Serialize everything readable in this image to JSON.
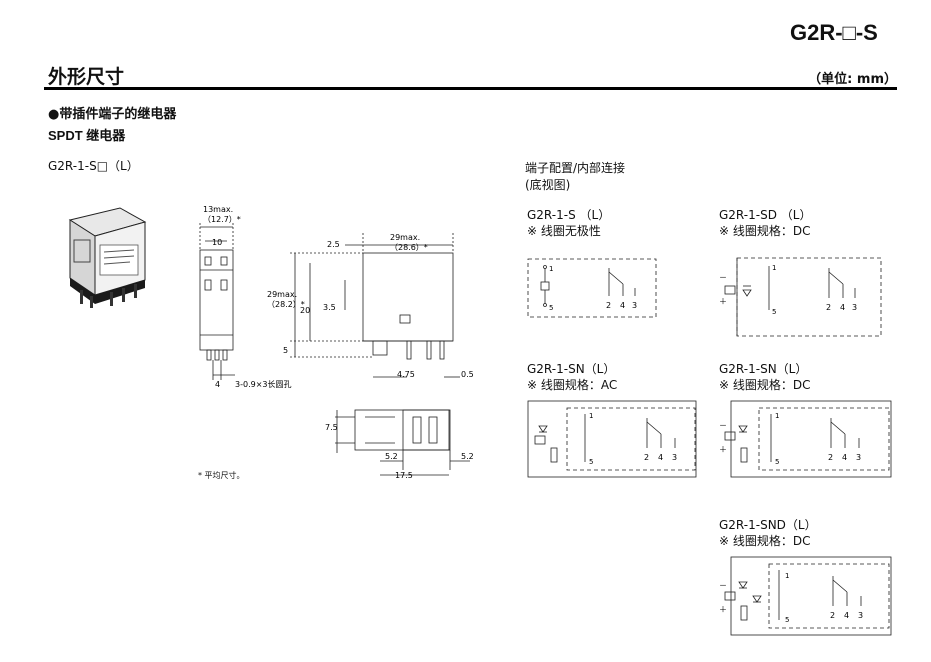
{
  "header": {
    "model": "G2R-□-S",
    "section_title": "外形尺寸",
    "unit": "（单位: mm）"
  },
  "section": {
    "subtitle": "●带插件端子的继电器",
    "relay_type": "SPDT 继电器",
    "model_name": "G2R-1-S□（L）"
  },
  "dimensions": {
    "front_width": "13max.",
    "front_width_avg": "（12.7）*",
    "front_inner": "10",
    "pin_spacing": "4",
    "hole_note": "3-0.9×3长圆孔",
    "side_top_offset": "2.5",
    "side_length": "29max.",
    "side_length_avg": "（28.6）*",
    "height": "29max.",
    "height_avg": "（28.2）*",
    "dim_3_5": "3.5",
    "dim_20": "20",
    "dim_5": "5",
    "dim_4_75": "4.75",
    "dim_0_5": "0.5",
    "dim_7_5": "7.5",
    "dim_5_2_left": "5.2",
    "dim_5_2_right": "5.2",
    "dim_17_5": "17.5",
    "asterisk_note": "* 平均尺寸。"
  },
  "terminal": {
    "title_line1": "端子配置/内部连接",
    "title_line2": "(底视图)",
    "diagrams": [
      {
        "name": "G2R-1-S （L）",
        "spec": "※ 线圈无极性"
      },
      {
        "name": "G2R-1-SD （L）",
        "spec": "※ 线圈规格：DC"
      },
      {
        "name": "G2R-1-SN（L）",
        "spec": "※ 线圈规格：AC"
      },
      {
        "name": "G2R-1-SN（L）",
        "spec": "※ 线圈规格：DC"
      },
      {
        "name": "G2R-1-SND（L）",
        "spec": "※ 线圈规格：DC"
      }
    ],
    "pins": {
      "p1": "1",
      "p5": "5",
      "p2": "2",
      "p4": "4",
      "p3": "3"
    },
    "polarity": {
      "minus": "－",
      "plus": "＋"
    }
  }
}
